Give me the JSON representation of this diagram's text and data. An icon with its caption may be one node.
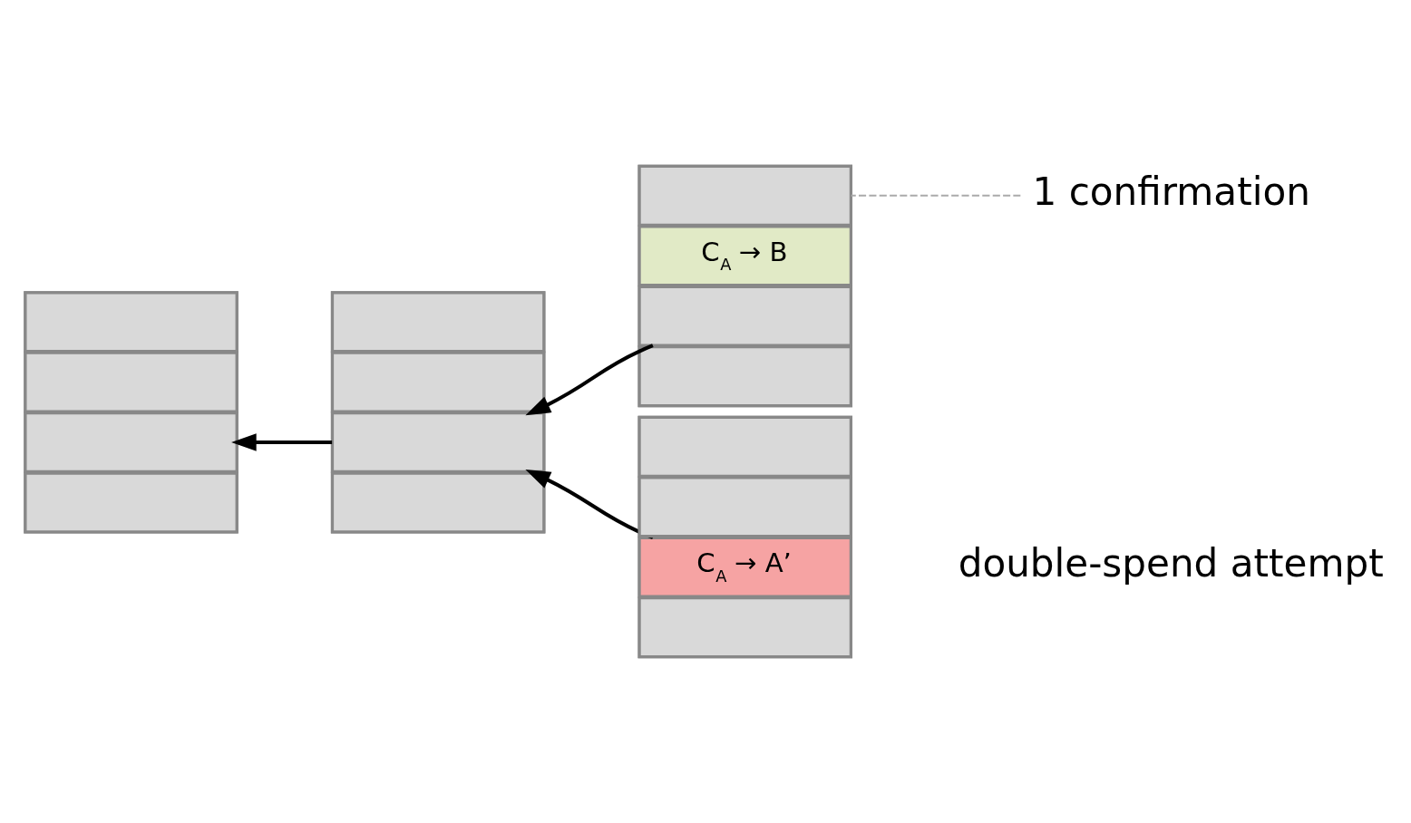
{
  "diagram": {
    "nodes": [
      {
        "text": [],
        "shape": "box"
      },
      {
        "text": [],
        "shape": "box",
        "in": 0
      },
      {
        "text": [],
        "shape": "box",
        "in": 0
      },
      {
        "text": [],
        "shape": "box",
        "in": 0
      },
      {
        "text": [],
        "shape": "box",
        "in": 0
      },
      {
        "text": [],
        "shape": "box"
      },
      {
        "text": [],
        "shape": "box",
        "in": 5
      },
      {
        "text": [],
        "shape": "box",
        "in": 5
      },
      {
        "text": [],
        "shape": "box",
        "in": 5
      },
      {
        "text": [],
        "shape": "box",
        "in": 5
      },
      {
        "text": [],
        "shape": "box"
      },
      {
        "text": [],
        "shape": "box",
        "in": 10
      },
      {
        "text": [
          "C$_{A}$ → B"
        ],
        "in": 10
      },
      {
        "text": [],
        "shape": "box",
        "in": 10
      },
      {
        "text": [],
        "shape": "box",
        "in": 10
      },
      {
        "text": [],
        "shape": "box",
        "beside": [
          "double-spend attempt"
        ]
      },
      {
        "text": [],
        "shape": "box",
        "in": 15
      },
      {
        "text": [],
        "shape": "box",
        "in": 15
      },
      {
        "text": [
          "C$_{A}$ → A’"
        ],
        "in": 15
      },
      {
        "text": [],
        "shape": "box",
        "in": 15
      },
      {
        "text": [
          "1 confirmation"
        ]
      }
    ],
    "edges": [
      {
        "from": 5,
        "to": 0,
        "arrow": "to"
      },
      {
        "from": 10,
        "to": 5,
        "arrow": "to"
      },
      {
        "from": 15,
        "to": 5,
        "arrow": "to"
      },
      {
        "from": 20,
        "to": 11,
        "arrow": "none",
        "style": "dashed",
        "color": "#aaaaaa"
      }
    ]
  }
}
